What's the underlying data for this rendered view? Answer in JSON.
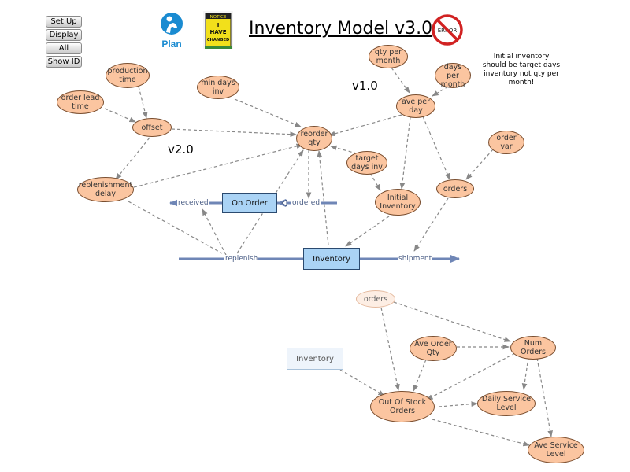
{
  "toolbar": {
    "setup": "Set Up",
    "display": "Display",
    "all": "All",
    "show_id": "Show ID"
  },
  "header": {
    "title": "Inventory Model v3.0",
    "plan_logo": "Plan",
    "notice_sign": [
      "NOTICE",
      "I",
      "HAVE",
      "CHANGED"
    ],
    "error_sign": "ERROR"
  },
  "versions": {
    "v1": "v1.0",
    "v2": "v2.0"
  },
  "note": "Initial inventory should be target days inventory not qty per month!",
  "variables": {
    "production_time": "production time",
    "order_lead_time": "order lead time",
    "offset": "offset",
    "min_days_inv": "min days inv",
    "reorder_qty": "reorder qty",
    "qty_per_month": "qty per month",
    "days_per_month": "days per month",
    "ave_per_day": "ave per day",
    "target_days_inv": "target days inv",
    "order_var": "order var",
    "replenishment_delay": "replenishment delay",
    "initial_inventory": "Initial Inventory",
    "orders": "orders",
    "orders_ghost": "orders",
    "ave_order_qty": "Ave Order Qty",
    "num_orders": "Num Orders",
    "out_of_stock_orders": "Out Of Stock Orders",
    "daily_service_level": "Daily Service Level",
    "ave_service_level": "Ave Service Level"
  },
  "stocks": {
    "on_order": "On Order",
    "inventory": "Inventory",
    "inventory_ghost": "Inventory"
  },
  "flows": {
    "received": "received",
    "ordered": "ordered",
    "replenish": "replenish",
    "shipment": "shipment"
  },
  "colors": {
    "variable_fill": "#fbc5a0",
    "variable_border": "#7a4e2f",
    "stock_fill": "#aad3f5",
    "flow_arrow": "#6f86b6",
    "connector": "#888888",
    "plan_blue": "#1a8bd1"
  }
}
